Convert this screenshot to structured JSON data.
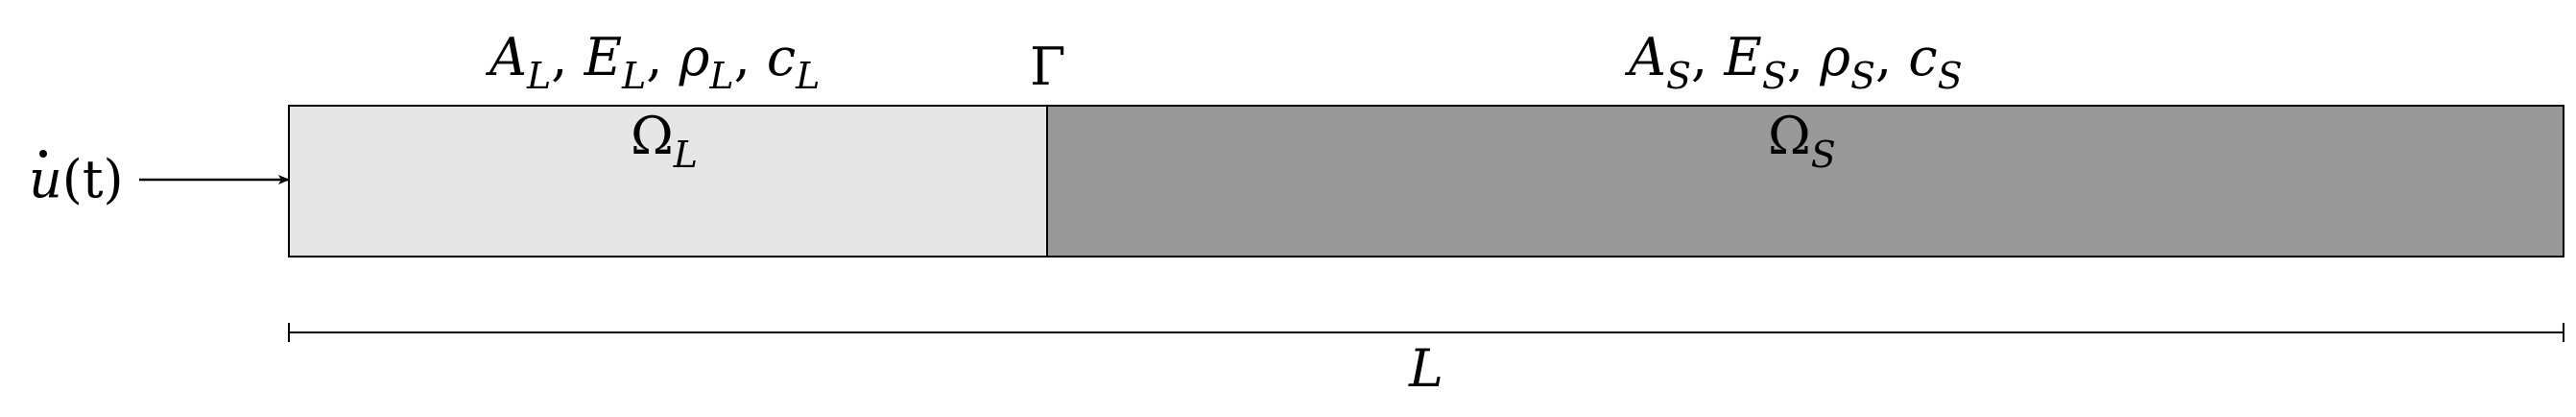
{
  "input": {
    "base": "u",
    "arg": "(t)"
  },
  "domains": {
    "left": {
      "name_base": "Ω",
      "name_sub": "L",
      "props": [
        {
          "base": "A",
          "sub": "L"
        },
        {
          "base": "E",
          "sub": "L"
        },
        {
          "base": "ρ",
          "sub": "L"
        },
        {
          "base": "c",
          "sub": "L"
        }
      ],
      "fill_color": "#e6e6e6"
    },
    "right": {
      "name_base": "Ω",
      "name_sub": "S",
      "props": [
        {
          "base": "A",
          "sub": "S"
        },
        {
          "base": "E",
          "sub": "S"
        },
        {
          "base": "ρ",
          "sub": "S"
        },
        {
          "base": "c",
          "sub": "S"
        }
      ],
      "fill_color": "#999999"
    }
  },
  "interface": {
    "label": "Γ"
  },
  "length": {
    "label": "L"
  },
  "separator": ", "
}
